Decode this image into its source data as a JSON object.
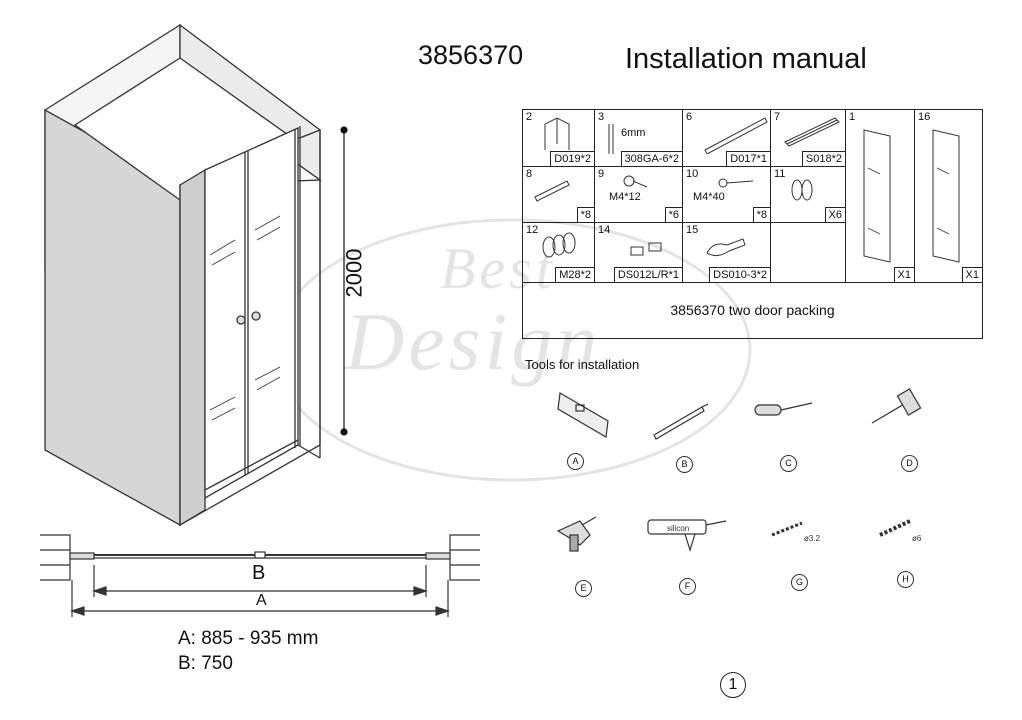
{
  "header": {
    "model_code": "3856370",
    "title": "Installation manual"
  },
  "watermark": {
    "line1": "Best",
    "line2": "Design"
  },
  "dimensions": {
    "height_label": "2000",
    "b_label": "B",
    "a_label": "A",
    "legend_a": "A: 885 - 935 mm",
    "legend_b": "B: 750"
  },
  "parts": [
    {
      "num": "2",
      "code": "D019*2"
    },
    {
      "num": "3",
      "code": "308GA-6*2",
      "note": "6mm"
    },
    {
      "num": "6",
      "code": "D017*1"
    },
    {
      "num": "7",
      "code": "S018*2"
    },
    {
      "num": "1",
      "code": "X1"
    },
    {
      "num": "16",
      "code": "X1"
    },
    {
      "num": "8",
      "code": "*8"
    },
    {
      "num": "9",
      "code": "*6",
      "note": "M4*12"
    },
    {
      "num": "10",
      "code": "*8",
      "note": "M4*40"
    },
    {
      "num": "11",
      "code": "X6"
    },
    {
      "num": "12",
      "code": "M28*2"
    },
    {
      "num": "14",
      "code": "DS012L/R*1"
    },
    {
      "num": "15",
      "code": "DS010-3*2"
    }
  ],
  "packing_label": "3856370 two door packing",
  "tools": {
    "title": "Tools for installation",
    "letters": [
      "A",
      "B",
      "C",
      "D",
      "E",
      "F",
      "G",
      "H"
    ],
    "silicon_label": "silicon",
    "drill_g": "ø3.2",
    "drill_h": "ø6"
  },
  "page_number": "1"
}
